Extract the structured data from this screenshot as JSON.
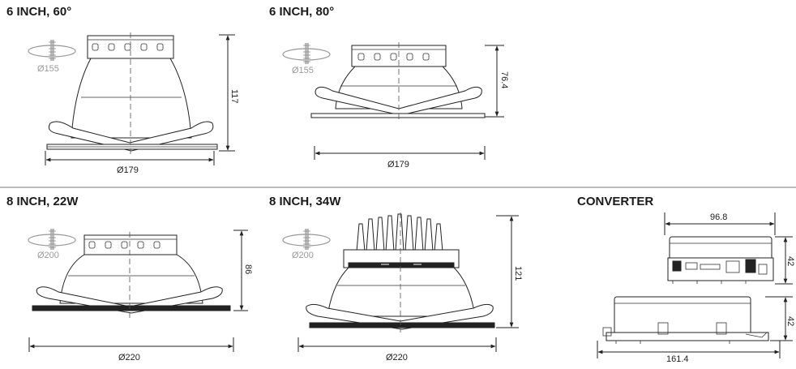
{
  "panels": {
    "p1": {
      "title": "6 INCH, 60°",
      "cutout": "Ø155",
      "width_dim": "Ø179",
      "height_dim": "117"
    },
    "p2": {
      "title": "6 INCH, 80°",
      "cutout": "Ø155",
      "width_dim": "Ø179",
      "height_dim": "76.4"
    },
    "p3": {
      "title": "8 INCH, 22W",
      "cutout": "Ø200",
      "width_dim": "Ø220",
      "height_dim": "86"
    },
    "p4": {
      "title": "8 INCH, 34W",
      "cutout": "Ø200",
      "width_dim": "Ø220",
      "height_dim": "121"
    },
    "p5": {
      "title": "CONVERTER",
      "top_width_dim": "96.8",
      "bottom_width_dim": "161.4",
      "top_height_dim": "42",
      "bottom_height_dim": "42"
    }
  }
}
